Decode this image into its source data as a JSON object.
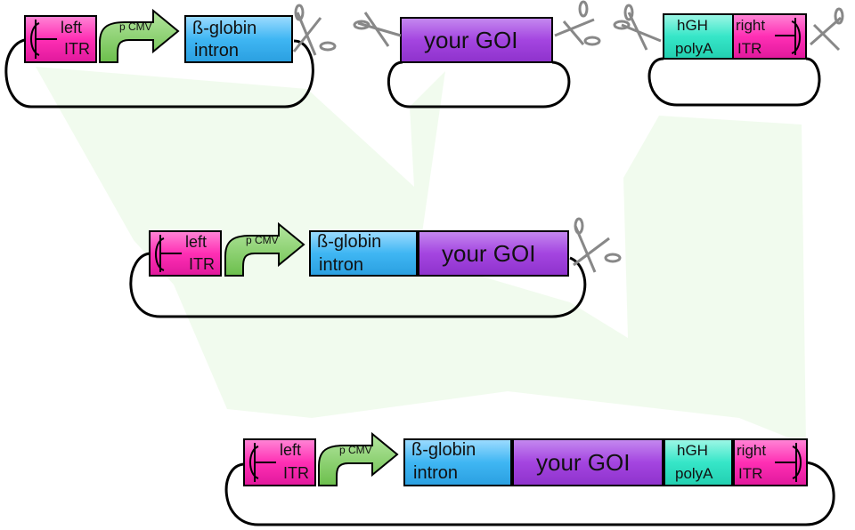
{
  "colors": {
    "itr": "#ff2fb4",
    "itr_light": "#ff86d6",
    "cmv": "#7ccc5c",
    "globin": "#3fb6f3",
    "globin_light": "#8fd8ff",
    "goi": "#a445e0",
    "goi_light": "#c58af0",
    "hgh": "#36e6c8",
    "hgh_light": "#8ff5e2",
    "funnel": "#eefbea"
  },
  "icons": [
    "hairpin-itr-icon",
    "scissors-icon",
    "promoter-arrow-icon"
  ],
  "labels": {
    "left_itr_1": "left",
    "left_itr_2": "ITR",
    "p_cmv": "p CMV",
    "globin_1": "ß-globin",
    "globin_2": "intron",
    "goi": "your GOI",
    "hgh_1": "hGH",
    "hgh_2": "polyA",
    "right_itr_1": "right",
    "right_itr_2": "ITR"
  }
}
